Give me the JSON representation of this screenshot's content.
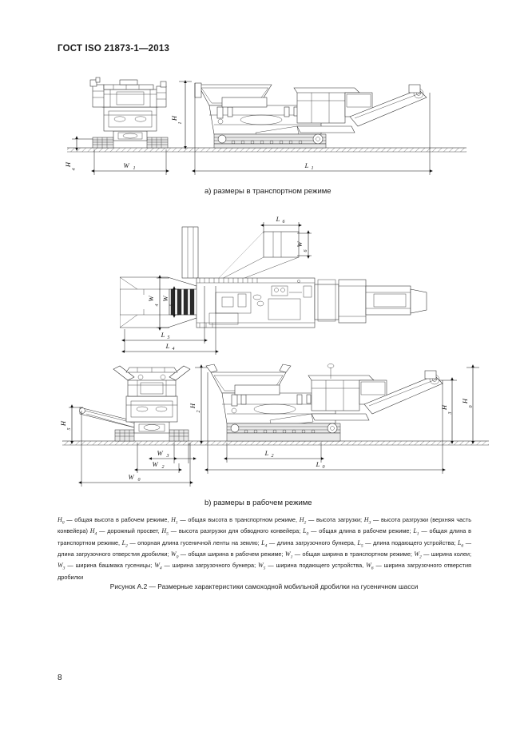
{
  "document": {
    "standard_header": "ГОСТ ISO 21873-1—2013",
    "page_number": "8"
  },
  "figure": {
    "caption": "Рисунок  А.2 — Размерные характеристики самоходной мобильной дробилки на гусеничном шасси",
    "sub_captions": {
      "a": "a)  размеры в транспортном режиме",
      "b": "b)  размеры в рабочем режиме"
    }
  },
  "diagrams": {
    "a_transport": {
      "title": "размеры в транспортном режиме",
      "dimension_labels": [
        {
          "symbol": "H",
          "sub": "1",
          "view": "front-elevation",
          "orientation": "vertical",
          "meaning": "общая высота в транспортном режиме"
        },
        {
          "symbol": "W",
          "sub": "1",
          "view": "front-elevation",
          "orientation": "horizontal",
          "meaning": "общая ширина в транспортном режиме"
        },
        {
          "symbol": "H",
          "sub": "4",
          "view": "front-elevation",
          "orientation": "vertical",
          "meaning": "дорожный просвет"
        },
        {
          "symbol": "L",
          "sub": "1",
          "view": "side-elevation",
          "orientation": "horizontal",
          "meaning": "общая длина в транспортном режиме"
        }
      ]
    },
    "b_top_plan": {
      "title": "вид сверху в рабочем режиме",
      "dimension_labels": [
        {
          "symbol": "L",
          "sub": "6",
          "orientation": "horizontal",
          "meaning": "длина загрузочного отверстия дробилки"
        },
        {
          "symbol": "W",
          "sub": "6",
          "orientation": "vertical",
          "meaning": "ширина загрузочного отверстия дробилки"
        },
        {
          "symbol": "W",
          "sub": "4",
          "orientation": "vertical",
          "meaning": "ширина загрузочного бункера"
        },
        {
          "symbol": "W",
          "sub": "5",
          "orientation": "vertical",
          "meaning": "ширина подающего устройства"
        },
        {
          "symbol": "L",
          "sub": "5",
          "orientation": "horizontal",
          "meaning": "длина подающего устройства"
        },
        {
          "symbol": "L",
          "sub": "4",
          "orientation": "horizontal",
          "meaning": "длина загрузочного бункера"
        }
      ]
    },
    "b_bottom_elevation": {
      "title": "размеры в рабочем режиме",
      "dimension_labels": [
        {
          "symbol": "H",
          "sub": "5",
          "orientation": "vertical",
          "meaning": "высота разгрузки для обводного конвейера"
        },
        {
          "symbol": "H",
          "sub": "2",
          "orientation": "vertical",
          "meaning": "высота загрузки"
        },
        {
          "symbol": "W",
          "sub": "3",
          "orientation": "horizontal",
          "meaning": "ширина башмака гусеницы"
        },
        {
          "symbol": "W",
          "sub": "2",
          "orientation": "horizontal",
          "meaning": "ширина колеи"
        },
        {
          "symbol": "W",
          "sub": "0",
          "orientation": "horizontal",
          "meaning": "общая ширина в рабочем режиме"
        },
        {
          "symbol": "L",
          "sub": "2",
          "orientation": "horizontal",
          "meaning": "опорная длина гусеничной ленты на землю"
        },
        {
          "symbol": "L",
          "sub": "0",
          "orientation": "horizontal",
          "meaning": "общая длина в рабочем режиме"
        },
        {
          "symbol": "H",
          "sub": "3",
          "orientation": "vertical",
          "meaning": "высота разгрузки (верхняя часть конвейера)"
        },
        {
          "symbol": "H",
          "sub": "0",
          "orientation": "vertical",
          "meaning": "общая высота в рабочем режиме"
        }
      ]
    }
  },
  "legend": {
    "entries": [
      {
        "symbol": "H",
        "sub": "0",
        "text": "общая высота в рабочем режиме"
      },
      {
        "symbol": "H",
        "sub": "1",
        "text": "общая высота в транспортном режиме"
      },
      {
        "symbol": "H",
        "sub": "2",
        "text": "высота загрузки"
      },
      {
        "symbol": "H",
        "sub": "3",
        "text": "высота разгрузки (верхняя часть конвейера)"
      },
      {
        "symbol": "H",
        "sub": "4",
        "text": "дорожный просвет"
      },
      {
        "symbol": "H",
        "sub": "5",
        "text": "высота разгрузки для обводного конвейера"
      },
      {
        "symbol": "L",
        "sub": "0",
        "text": "общая длина в рабочем режиме"
      },
      {
        "symbol": "L",
        "sub": "1",
        "text": "общая длина в транспортном режиме"
      },
      {
        "symbol": "L",
        "sub": "2",
        "text": "опорная длина гусеничной ленты на землю"
      },
      {
        "symbol": "L",
        "sub": "4",
        "text": "длина загрузочного бункера"
      },
      {
        "symbol": "L",
        "sub": "5",
        "text": "длина подающего устройства"
      },
      {
        "symbol": "L",
        "sub": "6",
        "text": "длина загрузочного отверстия дробилки"
      },
      {
        "symbol": "W",
        "sub": "0",
        "text": "общая ширина в рабочем режиме"
      },
      {
        "symbol": "W",
        "sub": "1",
        "text": "общая ширина в транспортном режиме"
      },
      {
        "symbol": "W",
        "sub": "2",
        "text": "ширина колеи"
      },
      {
        "symbol": "W",
        "sub": "3",
        "text": "ширина башмака гусеницы"
      },
      {
        "symbol": "W",
        "sub": "4",
        "text": "ширина загрузочного бункера"
      },
      {
        "symbol": "W",
        "sub": "5",
        "text": "ширина подающего устройства"
      },
      {
        "symbol": "W",
        "sub": "6",
        "text": "ширина загрузочного отверстия дробилки"
      }
    ],
    "full_text_html": "<i>H</i><sub>0</sub> — общая высота в рабочем режиме, <i>H</i><sub>1</sub> — общая высота в транспортном режиме, <i>H</i><sub>2</sub> — высота загрузки; <i>H</i><sub>3</sub> — высота разгрузки (верхняя часть конвейера) <i>H</i><sub>4</sub> — дорожный просвет, <i>H</i><sub>5</sub> — высота разгрузки для обводного конвейера; <i>L</i><sub>0</sub> — общая длина в рабочем режиме; <i>L</i><sub>1</sub> — общая длина в транспортном режиме, <i>L</i><sub>2</sub> — опорная длина гусеничной ленты на землю; <i>L</i><sub>4</sub> — длина загрузочного бункера, <i>L</i><sub>5</sub> — длина подающего устройства; <i>L</i><sub>6</sub> — длина загрузочного отверстия дробилки; <i>W</i><sub>0</sub> — общая ширина в рабочем режиме; <i>W</i><sub>1</sub> — общая ширина в транспортном режиме; <i>W</i><sub>2</sub> — ширина колеи; <i>W</i><sub>3</sub> — ширина башмака гусеницы; <i>W</i><sub>4</sub> — ширина загрузочного бункера; <i>W</i><sub>5</sub> — ширина подающего устройства, <i>W</i><sub>6</sub> — ширина загрузочного отверстия дробилки"
  },
  "colors": {
    "ink": "#1a1a1a",
    "line": "#2b2b2b",
    "fill_light": "#e9e9e9",
    "fill_dark": "#2b2b2b",
    "paper": "#ffffff"
  }
}
